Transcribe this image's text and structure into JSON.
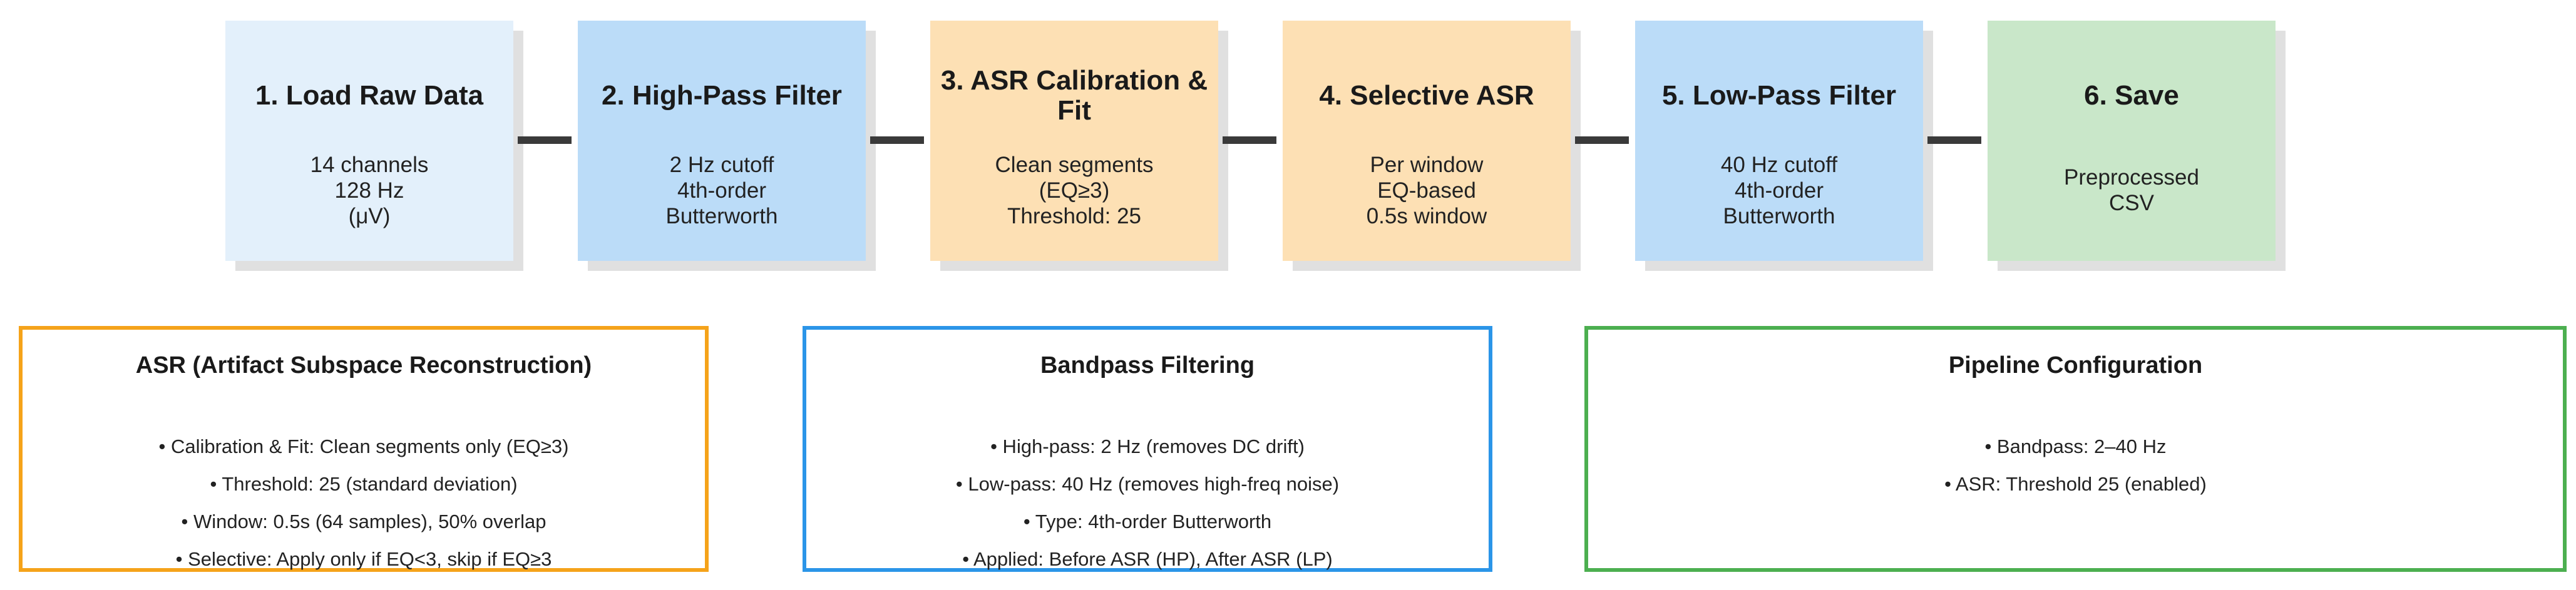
{
  "steps": [
    {
      "title": "1. Load Raw Data",
      "lines": [
        "14 channels",
        "128 Hz",
        "(μV)"
      ],
      "color": "#e3f0fb"
    },
    {
      "title": "2. High-Pass Filter",
      "lines": [
        "2 Hz cutoff",
        "4th-order",
        "Butterworth"
      ],
      "color": "#bbdcf8"
    },
    {
      "title": "3. ASR Calibration & Fit",
      "lines": [
        "Clean segments",
        "(EQ≥3)",
        "Threshold: 25"
      ],
      "color": "#fde0b4"
    },
    {
      "title": "4. Selective ASR",
      "lines": [
        "Per window",
        "EQ-based",
        "0.5s window"
      ],
      "color": "#fde0b4"
    },
    {
      "title": "5. Low-Pass Filter",
      "lines": [
        "40 Hz cutoff",
        "4th-order",
        "Butterworth"
      ],
      "color": "#bbdcf8"
    },
    {
      "title": "6. Save",
      "lines": [
        "Preprocessed",
        "CSV"
      ],
      "color": "#c9e7c9"
    }
  ],
  "panels": [
    {
      "title": "ASR (Artifact Subspace Reconstruction)",
      "border_color": "#f5a31a",
      "items": [
        "• Calibration & Fit: Clean segments only (EQ≥3)",
        "• Threshold: 25 (standard deviation)",
        "• Window: 0.5s (64 samples), 50% overlap",
        "• Selective: Apply only if EQ<3, skip if EQ≥3"
      ]
    },
    {
      "title": "Bandpass Filtering",
      "border_color": "#2b95e8",
      "items": [
        "• High-pass: 2 Hz (removes DC drift)",
        "• Low-pass: 40 Hz (removes high-freq noise)",
        "• Type: 4th-order Butterworth",
        "• Applied: Before ASR (HP), After ASR (LP)"
      ]
    },
    {
      "title": "Pipeline Configuration",
      "border_color": "#4caf50",
      "items": [
        "• Bandpass: 2–40 Hz",
        "• ASR: Threshold 25 (enabled)"
      ]
    }
  ]
}
